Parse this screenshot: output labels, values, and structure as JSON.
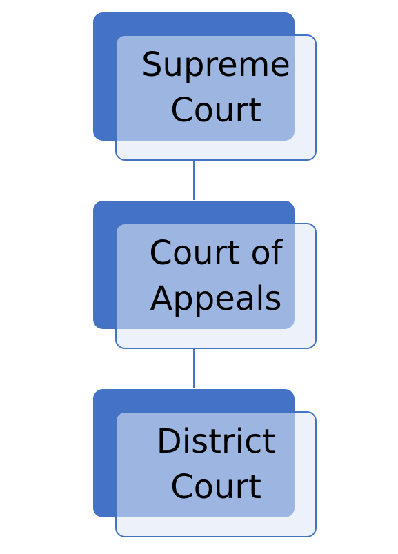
{
  "diagram": {
    "nodes": [
      {
        "line1": "Supreme",
        "line2": "Court"
      },
      {
        "line1": "Court of",
        "line2": "Appeals"
      },
      {
        "line1": "District",
        "line2": "Court"
      }
    ]
  },
  "colors": {
    "accent": "#4472c4",
    "box_fill": "#e9eef8",
    "text": "#000000"
  }
}
